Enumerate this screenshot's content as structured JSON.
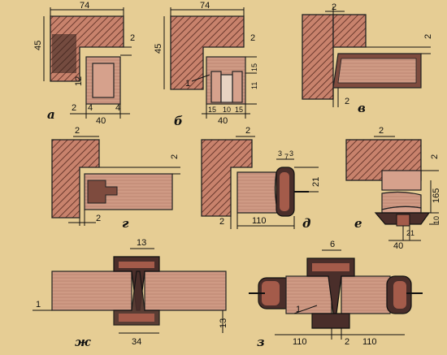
{
  "labels": {
    "a": "а",
    "b": "б",
    "v": "в",
    "g": "г",
    "d": "д",
    "e": "е",
    "zh": "ж",
    "z": "з"
  },
  "dims": {
    "a_74": "74",
    "a_45": "45",
    "a_2": "2",
    "a_12": "12",
    "a_2b": "2",
    "a_4a": "4",
    "a_4b": "4",
    "a_40": "40",
    "b_74": "74",
    "b_45": "45",
    "b_2": "2",
    "b_15r": "15",
    "b_11": "11",
    "b_1": "1",
    "b_15a": "15",
    "b_10": "10",
    "b_15b": "15",
    "b_40": "40",
    "v_2top": "2",
    "v_2right": "2",
    "v_2bot": "2",
    "g_2top": "2",
    "g_2right": "2",
    "g_2bot": "2",
    "d_2top": "2",
    "d_37": "3",
    "d_73": "7",
    "d_3b": "3",
    "d_21": "21",
    "d_2bot": "2",
    "d_110": "110",
    "e_2top": "2",
    "e_2right": "2",
    "e_165": "165",
    "e_10": "10",
    "e_21": "21",
    "e_40": "40",
    "zh_13top": "13",
    "zh_1": "1",
    "zh_34": "34",
    "zh_13right": "13",
    "z_6": "6",
    "z_1": "1",
    "z_110a": "110",
    "z_2": "2",
    "z_110b": "110"
  }
}
